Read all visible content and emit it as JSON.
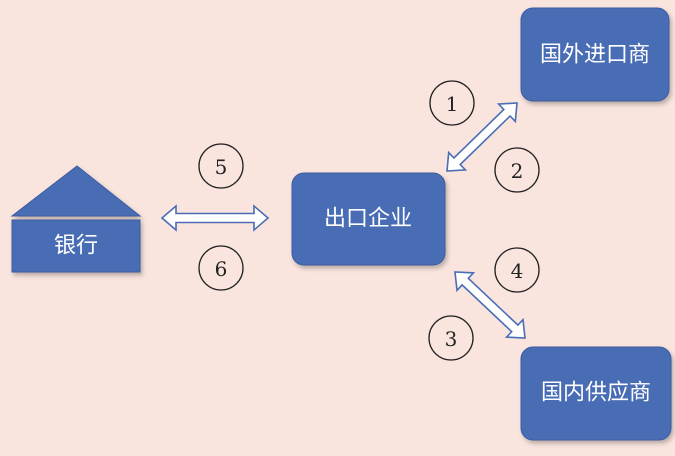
{
  "colors": {
    "background": "#f9e4de",
    "box_fill": "#4a6db5",
    "box_stroke": "#3b5b9c",
    "arrow_fill": "#ffffff",
    "arrow_stroke": "#4a6db5",
    "circle_stroke": "#222222"
  },
  "nodes": {
    "bank": "银行",
    "exporter": "出口企业",
    "foreign_importer": "国外进口商",
    "domestic_supplier": "国内供应商"
  },
  "steps": {
    "s1": "1",
    "s2": "2",
    "s3": "3",
    "s4": "4",
    "s5": "5",
    "s6": "6"
  }
}
